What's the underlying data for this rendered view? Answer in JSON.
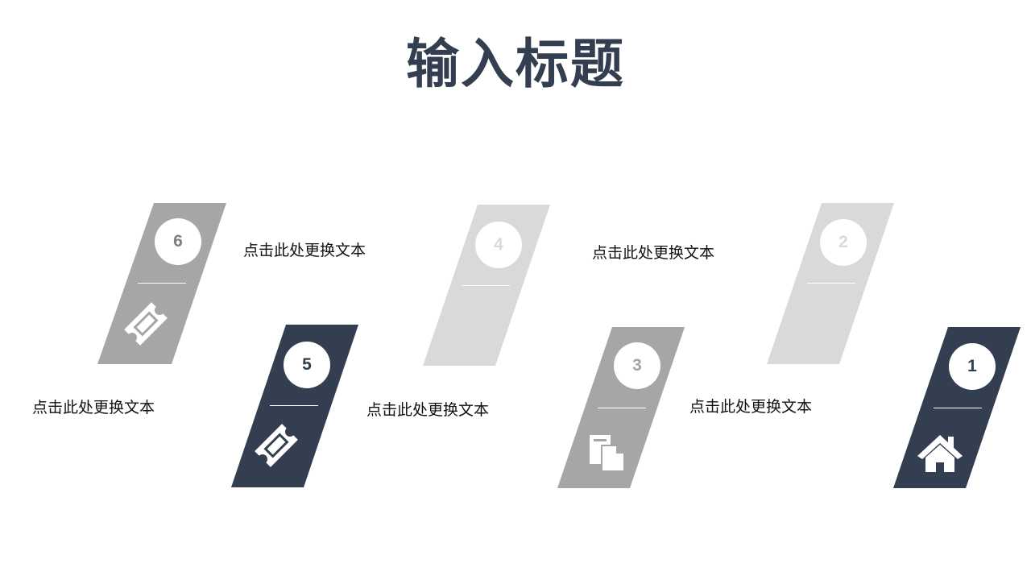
{
  "title": "输入标题",
  "colors": {
    "navy": "#333f50",
    "mid_gray": "#a6a6a6",
    "light_gray": "#d9d9d9",
    "white": "#ffffff"
  },
  "steps": [
    {
      "number": "1",
      "label": "",
      "icon": "home-icon",
      "color": "navy"
    },
    {
      "number": "2",
      "label": "",
      "icon": "",
      "color": "light_gray"
    },
    {
      "number": "3",
      "label": "点击此处更换文本",
      "icon": "document-icon",
      "color": "mid_gray"
    },
    {
      "number": "4",
      "label": "点击此处更换文本",
      "icon": "",
      "color": "light_gray"
    },
    {
      "number": "5",
      "label": "点击此处更换文本",
      "icon": "ticket-icon",
      "color": "navy"
    },
    {
      "number": "6",
      "label": "点击此处更换文本",
      "icon": "ticket-icon",
      "color": "mid_gray"
    }
  ],
  "text_blocks": [
    {
      "text": "点击此处更换文本"
    },
    {
      "text": "点击此处更换文本"
    },
    {
      "text": "点击此处更换文本"
    },
    {
      "text": "点击此处更换文本"
    },
    {
      "text": "点击此处更换文本"
    }
  ]
}
